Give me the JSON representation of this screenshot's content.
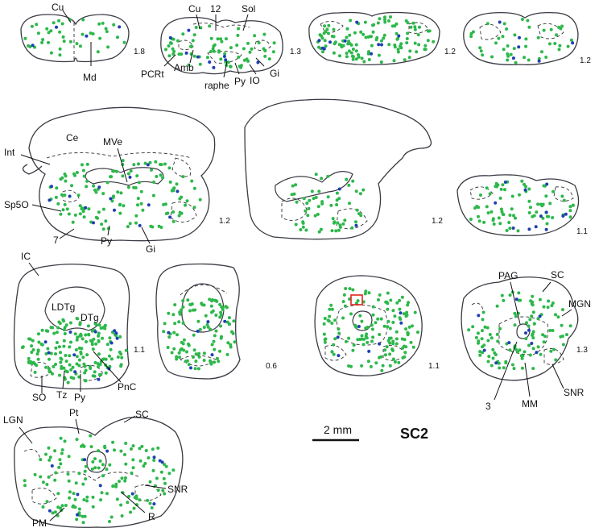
{
  "colors": {
    "green_dot": "#2db84b",
    "blue_dot": "#1f3fb3",
    "roi_box": "#e0231c",
    "outline": "#3a3a44"
  },
  "figure_id": "SC2",
  "scale_bar_label": "2 mm",
  "sections": [
    {
      "value": "1.8",
      "labels": [
        "Cu",
        "Md"
      ]
    },
    {
      "value": "1.3",
      "labels": [
        "Cu",
        "12",
        "Sol",
        "PCRt",
        "Amb",
        "raphe",
        "Py",
        "IO",
        "Gi"
      ]
    },
    {
      "value": "1.2",
      "labels": []
    },
    {
      "value": "1.2",
      "labels": []
    },
    {
      "value": "1.2",
      "labels": [
        "Ce",
        "MVe",
        "Int",
        "Sp5O",
        "7",
        "Py",
        "Gi"
      ]
    },
    {
      "value": "1.2",
      "labels": []
    },
    {
      "value": "1.1",
      "labels": []
    },
    {
      "value": "1.1",
      "labels": [
        "IC",
        "LDTg",
        "DTg",
        "SO",
        "Tz",
        "Py",
        "PnC"
      ]
    },
    {
      "value": "0.6",
      "labels": []
    },
    {
      "value": "1.1",
      "labels": []
    },
    {
      "value": "1.3",
      "labels": [
        "PAG",
        "SC",
        "MGN",
        "SNR",
        "MM",
        "3"
      ]
    },
    {
      "value": "",
      "labels": [
        "LGN",
        "Pt",
        "SC",
        "SNR",
        "PM",
        "R"
      ]
    }
  ]
}
